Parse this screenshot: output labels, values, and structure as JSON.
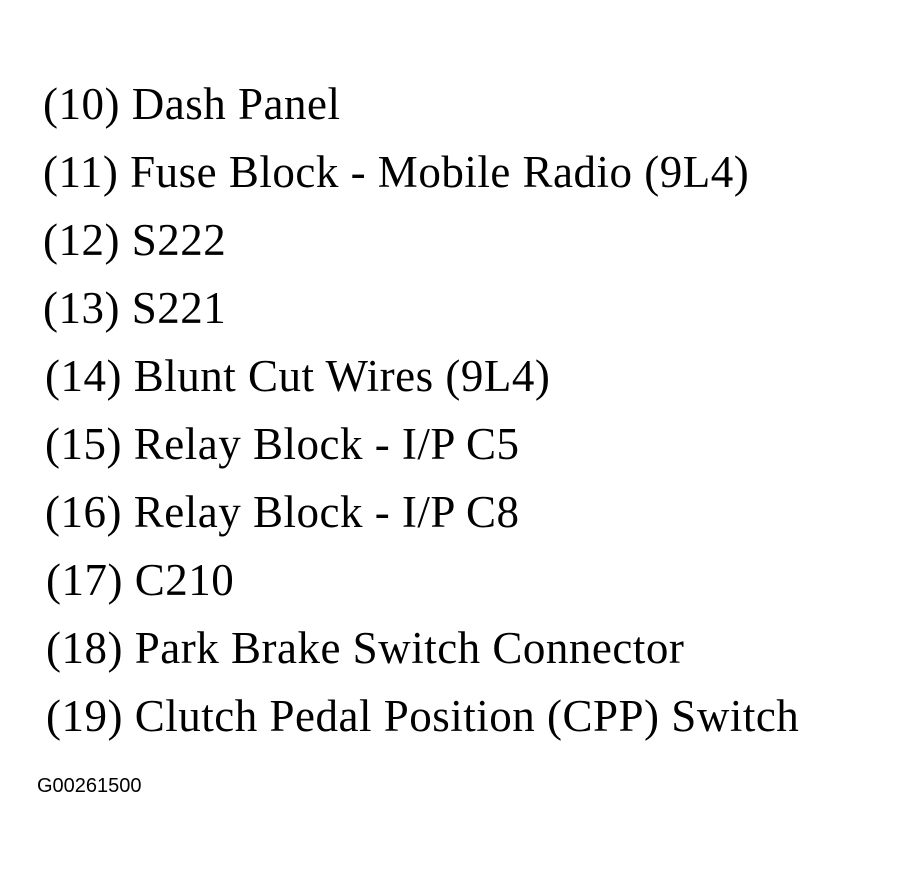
{
  "legend": {
    "items": [
      {
        "number": "(10)",
        "label": "Dash Panel"
      },
      {
        "number": "(11)",
        "label": "Fuse Block - Mobile Radio (9L4)"
      },
      {
        "number": "(12)",
        "label": "S222"
      },
      {
        "number": "(13)",
        "label": "S221"
      },
      {
        "number": "(14)",
        "label": "Blunt Cut Wires (9L4)"
      },
      {
        "number": "(15)",
        "label": "Relay Block - I/P C5"
      },
      {
        "number": "(16)",
        "label": "Relay Block - I/P C8"
      },
      {
        "number": "(17)",
        "label": "C210"
      },
      {
        "number": "(18)",
        "label": "Park Brake Switch Connector"
      },
      {
        "number": "(19)",
        "label": "Clutch Pedal Position (CPP) Switch"
      }
    ]
  },
  "figure_code": "G00261500"
}
